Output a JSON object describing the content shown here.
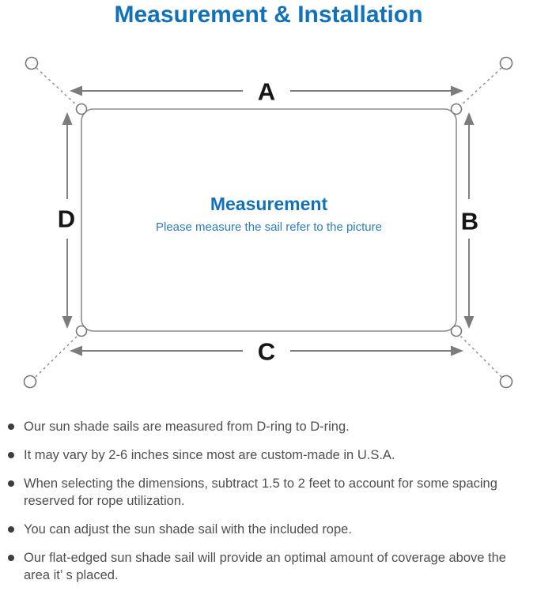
{
  "title": "Measurement & Installation",
  "diagram": {
    "center_title": "Measurement",
    "center_subtitle": "Please measure the sail refer to the picture",
    "labels": {
      "top": "A",
      "right": "B",
      "bottom": "C",
      "left": "D"
    }
  },
  "notes": [
    "Our sun shade sails are measured from D-ring to D-ring.",
    "It may vary by 2-6 inches since most are custom-made in U.S.A.",
    "When selecting the dimensions, subtract 1.5 to 2 feet to account for some spacing reserved for rope utilization.",
    "You can adjust the sun shade sail with the included rope.",
    "Our flat-edged sun shade sail will provide an optimal amount of coverage above the area it’ s placed."
  ],
  "colors": {
    "accent_blue": "#1272b9",
    "subtitle_blue": "#2b7ec2",
    "line_gray": "#7c7c7c",
    "sail_outline_gray": "#8e8e8e",
    "label_black": "#161616",
    "note_text_gray": "#4f4f4f"
  }
}
